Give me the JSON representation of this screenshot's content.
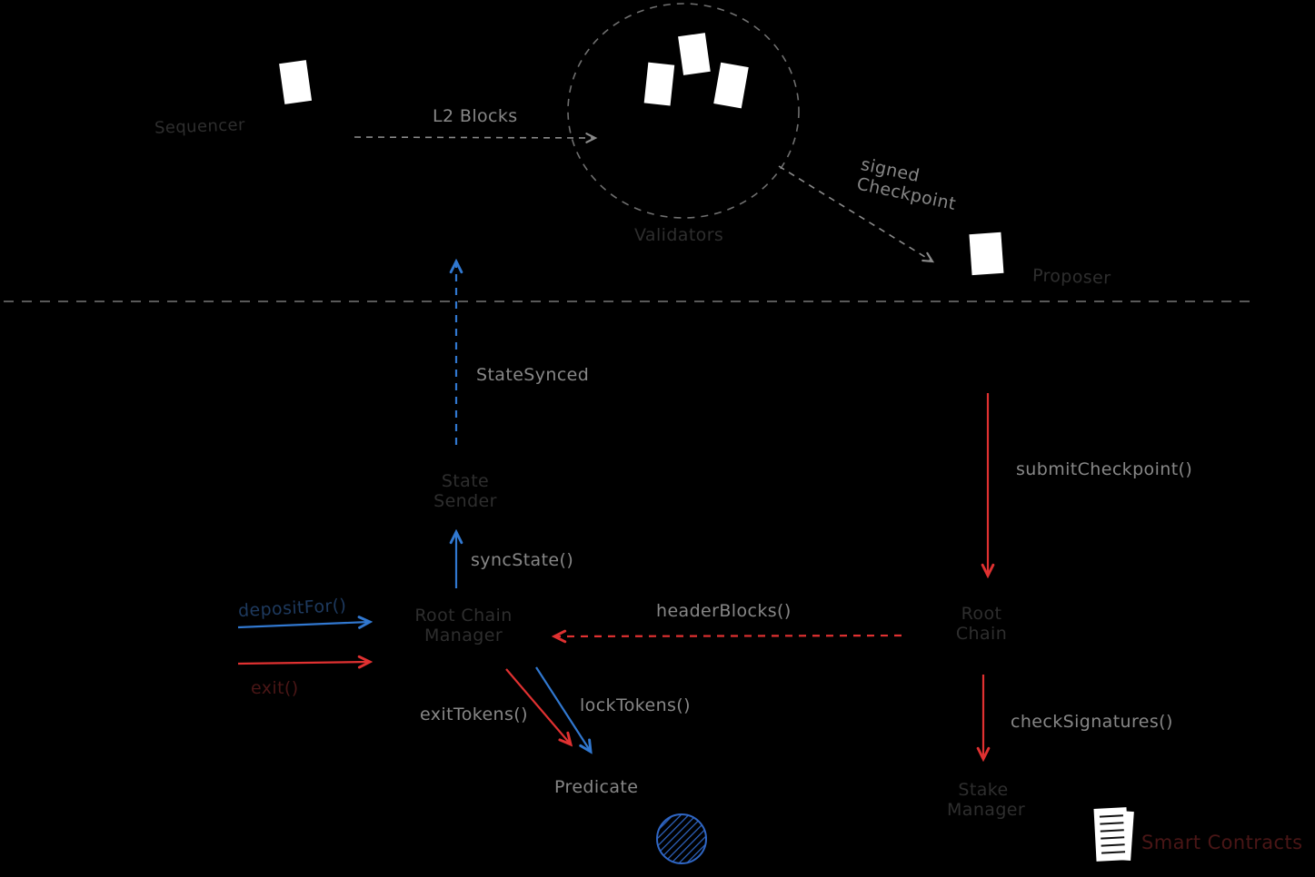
{
  "layers": {
    "l2": {
      "sequencer": "Sequencer",
      "l2_blocks": "L2 Blocks",
      "validators": "Validators",
      "signed_checkpoint_line1": "signed",
      "signed_checkpoint_line2": "Checkpoint",
      "proposer": "Proposer"
    },
    "l1": {
      "state_synced": "StateSynced",
      "state_sender_line1": "State",
      "state_sender_line2": "Sender",
      "sync_state": "syncState()",
      "root_chain_manager_line1": "Root Chain",
      "root_chain_manager_line2": "Manager",
      "deposit_for": "depositFor()",
      "exit": "exit()",
      "header_blocks": "headerBlocks()",
      "root_chain_line1": "Root",
      "root_chain_line2": "Chain",
      "submit_checkpoint": "submitCheckpoint()",
      "exit_tokens": "exitTokens()",
      "lock_tokens": "lockTokens()",
      "predicate": "Predicate",
      "check_signatures": "checkSignatures()",
      "stake_manager_line1": "Stake",
      "stake_manager_line2": "Manager",
      "contracts_note": "Smart Contracts"
    }
  },
  "icons": {
    "sequencer_block": "block-icon",
    "validator_blocks": "block-icon",
    "proposer_block": "block-icon",
    "token": "token-circle-icon",
    "document": "document-icon"
  },
  "colors": {
    "background": "#000000",
    "label_gray": "#878787",
    "label_dim": "#2e2e2e",
    "arrow_blue": "#3178d0",
    "arrow_red": "#e03131",
    "line_gray": "#6f6f6f",
    "block_white": "#ffffff"
  }
}
